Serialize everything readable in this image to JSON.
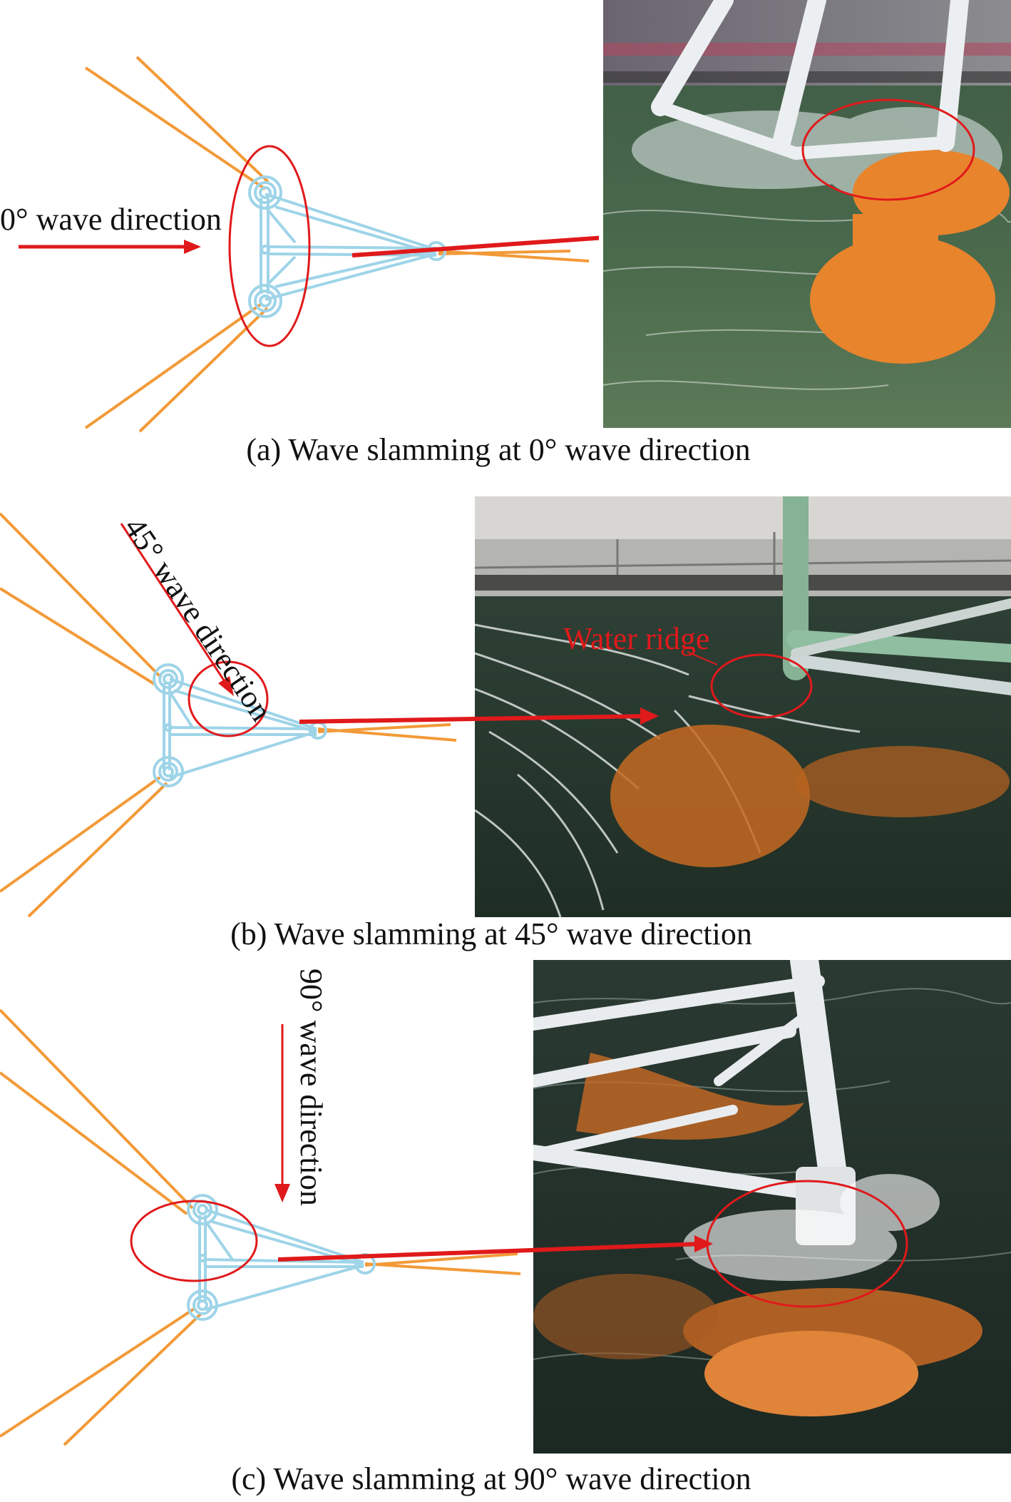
{
  "panels": [
    {
      "direction_label": "0° wave direction",
      "caption": "(a) Wave slamming at 0° wave direction"
    },
    {
      "direction_label": "45° wave direction",
      "photo_annotation": "Water ridge",
      "caption": "(b) Wave slamming at 45° wave direction"
    },
    {
      "direction_label": "90° wave direction",
      "caption": "(c) Wave slamming at 90° wave direction"
    }
  ],
  "colors": {
    "frame": "#9ed4e8",
    "mooring": "#f29a38",
    "annotation": "#e0191b",
    "water": "#2f4a34",
    "float": "#e8842c"
  },
  "icons": [
    "wave-direction-arrow-icon",
    "slamming-zone-ellipse-icon",
    "pointer-arrow-icon"
  ]
}
